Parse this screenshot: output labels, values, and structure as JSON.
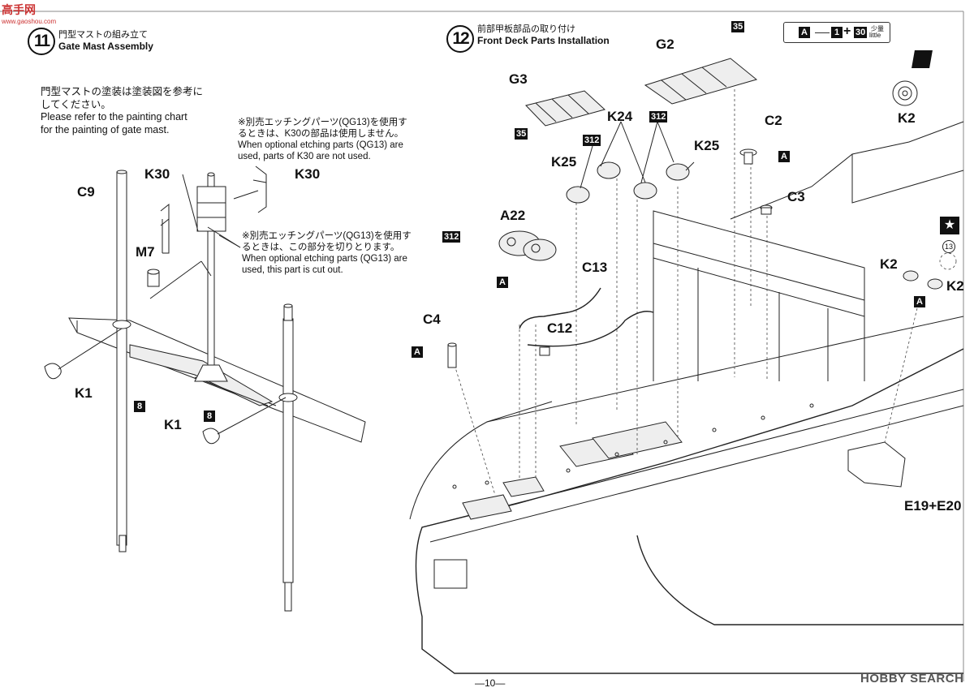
{
  "watermark": {
    "logo_text": "高手网",
    "site": "www.gaoshou.com"
  },
  "step11": {
    "number": "11",
    "title_jp": "門型マストの組み立て",
    "title_en": "Gate Mast Assembly",
    "note_jp_1": "門型マストの塗装は塗装図を参考に",
    "note_jp_2": "してください。",
    "note_en_1": "Please refer to the painting chart",
    "note_en_2": "for the painting of gate mast.",
    "etch_note1": [
      "※別売エッチングパーツ(QG13)を使用す",
      "るときは、K30の部品は使用しません。",
      "When optional etching parts (QG13) are",
      "used, parts of K30 are not used."
    ],
    "etch_note2": [
      "※別売エッチングパーツ(QG13)を使用す",
      "るときは、この部分を切りとります。",
      "When optional etching parts (QG13) are",
      "used, this part is cut out."
    ],
    "labels": {
      "c9": "C9",
      "k30_left": "K30",
      "k30_right": "K30",
      "m7": "M7",
      "k1_top": "K1",
      "k1_bottom": "K1",
      "box8_a": "8",
      "box8_b": "8"
    }
  },
  "step12": {
    "number": "12",
    "title_jp": "前部甲板部品の取り付け",
    "title_en": "Front Deck Parts Installation",
    "labels": {
      "g3": "G3",
      "g2": "G2",
      "k24": "K24",
      "k25_left": "K25",
      "k25_right": "K25",
      "a22": "A22",
      "c13": "C13",
      "c12": "C12",
      "c4": "C4",
      "c2": "C2",
      "c3": "C3",
      "k2_top": "K2",
      "k2_left": "K2",
      "k2_right": "K2",
      "e19": "E19+E20",
      "circle13": "13"
    },
    "boxes": {
      "b35_top": "35",
      "b35_g3": "35",
      "b312_k25": "312",
      "b312_k24": "312",
      "b312_a22": "312",
      "a_c13": "A",
      "a_c4": "A",
      "a_c2": "A",
      "a_k2": "A",
      "star": "★"
    }
  },
  "legend": {
    "box_a": "A",
    "box_1": "1",
    "plus": "+",
    "box_30": "30",
    "note_jp": "少量",
    "note_en": "little"
  },
  "footer": {
    "page_number": "—10—",
    "brand_prefix": "HOBBY",
    "brand": "SEARCH"
  }
}
